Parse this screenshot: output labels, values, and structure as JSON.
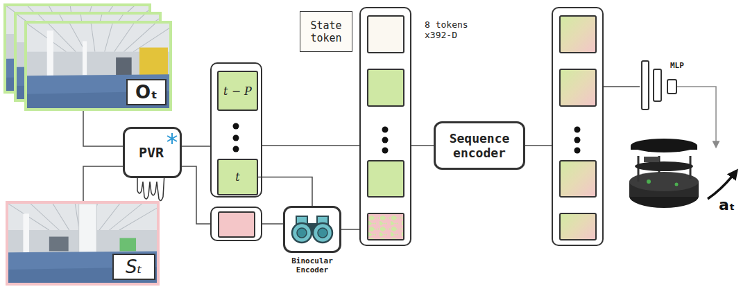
{
  "diagram": {
    "nodes": [
      {
        "text": [
          "Oₜ"
        ]
      },
      {
        "text": [
          "PVR"
        ]
      },
      {
        "text": [
          "Sₜ"
        ]
      },
      {
        "text": []
      },
      {
        "text": [
          "t − P"
        ],
        "in": 3
      },
      {
        "text": [
          "t"
        ],
        "in": 3
      },
      {
        "text": []
      },
      {
        "text": [
          "Binocular Encoder"
        ]
      },
      {
        "text": [
          "State token"
        ]
      },
      {
        "text": [
          "8 tokens x392-D"
        ]
      },
      {
        "text": [
          "Sequence encoder"
        ]
      },
      {
        "text": []
      },
      {
        "text": [
          "MLP"
        ]
      }
    ],
    "edges": [
      {
        "from": 0,
        "to": 1,
        "arrow": "none"
      },
      {
        "from": 2,
        "to": 1,
        "arrow": "none"
      },
      {
        "from": 1,
        "to": 3,
        "arrow": "none"
      },
      {
        "from": 1,
        "to": 6,
        "arrow": "none"
      },
      {
        "from": 3,
        "to": 9,
        "arrow": "none"
      },
      {
        "from": 5,
        "to": 7,
        "arrow": "none"
      },
      {
        "from": 6,
        "to": 7,
        "arrow": "none"
      },
      {
        "from": 7,
        "to": 9,
        "arrow": "none"
      },
      {
        "from": 9,
        "to": 10,
        "arrow": "none"
      },
      {
        "from": 10,
        "to": 11,
        "arrow": "none"
      },
      {
        "from": 11,
        "to": 12,
        "arrow": "none"
      }
    ],
    "labels": [
      "aₜ"
    ]
  }
}
